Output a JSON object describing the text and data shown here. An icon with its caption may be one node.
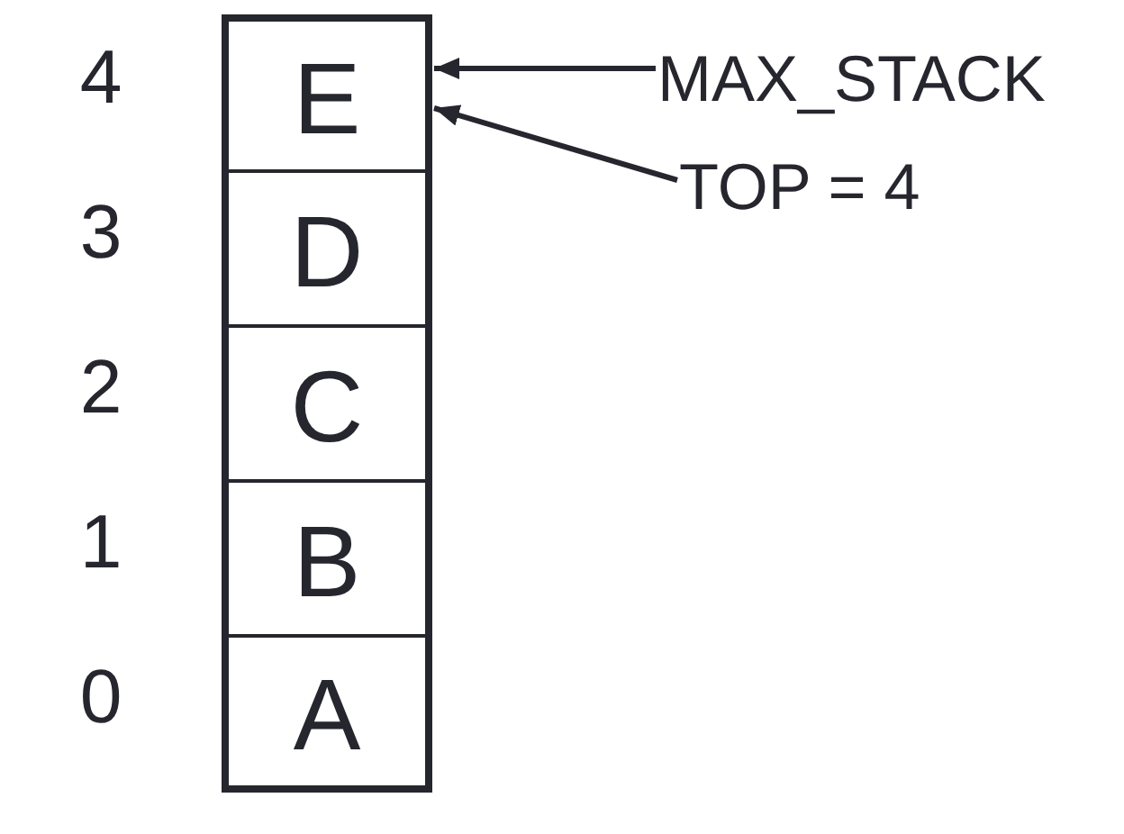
{
  "diagram": {
    "nodes": [
      {
        "text": [
          "E"
        ],
        "beside": [
          "4"
        ]
      },
      {
        "text": [
          "D"
        ],
        "beside": [
          "3"
        ]
      },
      {
        "text": [
          "C"
        ],
        "beside": [
          "2"
        ]
      },
      {
        "text": [
          "B"
        ],
        "beside": [
          "1"
        ]
      },
      {
        "text": [
          "A"
        ],
        "beside": [
          "0"
        ]
      },
      {
        "text": [
          "MAX_STACK"
        ]
      },
      {
        "text": [
          "TOP = 4"
        ]
      }
    ],
    "edges": [
      {
        "from": 5,
        "to": 0,
        "arrow": "to"
      },
      {
        "from": 6,
        "to": 0,
        "arrow": "to"
      }
    ]
  }
}
